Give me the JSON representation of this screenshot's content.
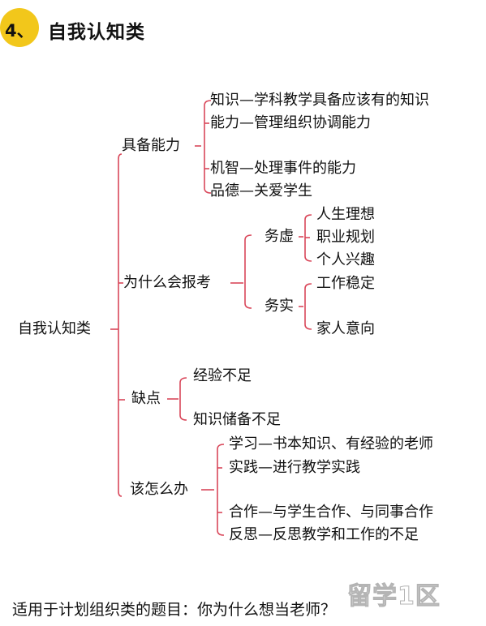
{
  "header": {
    "number": "4、",
    "title": "自我认知类"
  },
  "tree": {
    "root": "自我认知类",
    "juebei": {
      "label": "具备能力",
      "items": [
        "知识—学科教学具备应该有的知识",
        "能力—管理组织协调能力",
        "机智—处理事件的能力",
        "品德—关爱学生"
      ]
    },
    "weishenme": {
      "label": "为什么会报考",
      "wuxu": {
        "label": "务虚",
        "items": [
          "人生理想",
          "职业规划",
          "个人兴趣"
        ]
      },
      "wushi": {
        "label": "务实",
        "items": [
          "工作稳定",
          "家人意向"
        ]
      }
    },
    "quedian": {
      "label": "缺点",
      "items": [
        "经验不足",
        "知识储备不足"
      ]
    },
    "gaizenme": {
      "label": "该怎么办",
      "items": [
        "学习—书本知识、有经验的老师",
        "实践—进行教学实践",
        "合作—与学生合作、与同事合作",
        "反思—反思教学和工作的不足"
      ]
    }
  },
  "footer": {
    "text": "适用于计划组织类的题目：你为什么想当老师？"
  },
  "watermark": {
    "text": "留学1区"
  },
  "colors": {
    "badge": "#f2c71b",
    "connector": "#d9475a",
    "text": "#111111"
  }
}
